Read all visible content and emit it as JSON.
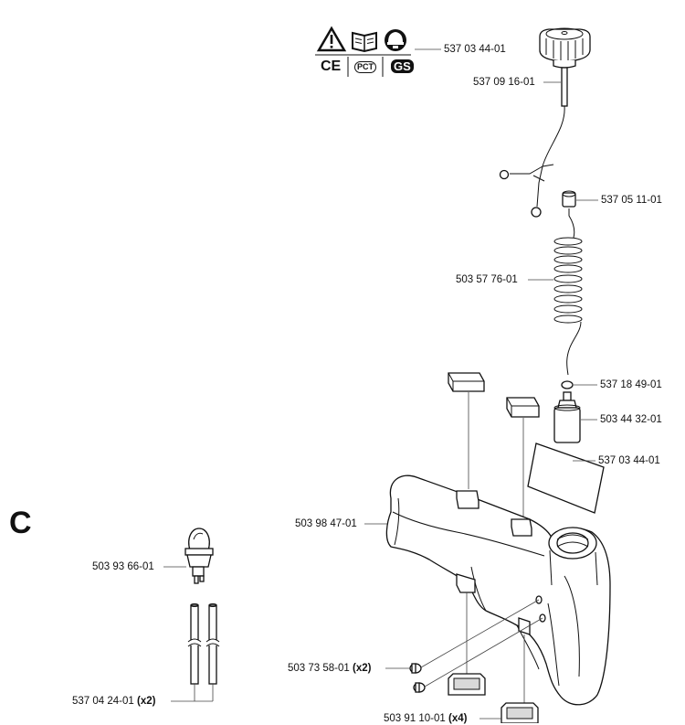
{
  "section_letter": "C",
  "labels": {
    "decal_set": "537 03 44-01",
    "cap": "537 09 16-01",
    "grommet": "537 05 11-01",
    "fuel_hose": "503 57 76-01",
    "o_ring": "537 18 49-01",
    "filter": "503 44 32-01",
    "warning_decal": "537 03 44-01",
    "tank": "503 98 47-01",
    "primer_bulb": "503 93 66-01",
    "screws": "503 73 58-01",
    "screws_qty": "(x2)",
    "hoses": "537 04 24-01",
    "hoses_qty": "(x2)",
    "dampers": "503 91 10-01",
    "dampers_qty": "(x4)"
  },
  "decal_symbols": {
    "top_row": [
      "warning-triangle-icon",
      "manual-book-icon",
      "helmet-icon"
    ],
    "bottom_row": [
      "CE",
      "PCT",
      "GS"
    ]
  }
}
